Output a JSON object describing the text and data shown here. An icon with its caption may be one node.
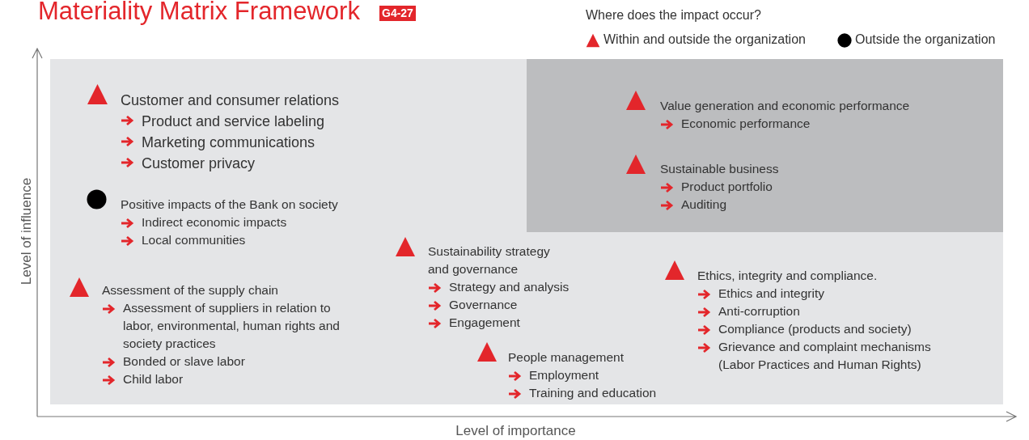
{
  "diagram": {
    "title": "Materiality Matrix Framework",
    "nodes": [
      {
        "text": [],
        "shape": "box"
      },
      {
        "text": [],
        "shape": "box",
        "in": 0
      },
      {
        "text": [],
        "shape": "triangle",
        "in": 0
      },
      {
        "text": [
          "Customer and consumer relations",
          "Product and service labeling",
          "Marketing communications",
          "Customer privacy"
        ],
        "in": 0
      },
      {
        "text": [],
        "shape": "circle",
        "in": 0
      },
      {
        "text": [
          "Positive impacts of the Bank on society",
          "Indirect economic impacts",
          "Local communities"
        ],
        "in": 0
      },
      {
        "text": [],
        "shape": "triangle",
        "in": 0
      },
      {
        "text": [
          "Assessment of the supply chain",
          "Assessment of suppliers in relation to labor, environmental, human rights and society practices",
          "Bonded or slave labor",
          "Child labor"
        ],
        "in": 0
      },
      {
        "text": [],
        "shape": "triangle",
        "in": 0
      },
      {
        "text": [
          "Sustainability strategy and governance",
          "Strategy and analysis",
          "Governance",
          "Engagement"
        ],
        "in": 0
      },
      {
        "text": [],
        "shape": "triangle",
        "in": 0
      },
      {
        "text": [
          "People management",
          "Employment",
          "Training and education"
        ],
        "in": 0
      },
      {
        "text": [],
        "shape": "triangle",
        "in": 1
      },
      {
        "text": [
          "Value generation and economic performance",
          "Economic performance"
        ],
        "in": 1
      },
      {
        "text": [],
        "shape": "triangle",
        "in": 1
      },
      {
        "text": [
          "Sustainable business",
          "Product portfolio",
          "Auditing"
        ],
        "in": 1
      },
      {
        "text": [],
        "shape": "triangle",
        "in": 0
      },
      {
        "text": [
          "Ethics, integrity and compliance.",
          "Ethics and integrity",
          "Anti-corruption",
          "Compliance (products and society)",
          "Grievance and complaint mechanisms (Labor Practices and Human Rights)"
        ],
        "in": 0
      }
    ],
    "labels": [
      "G4-27",
      "Where does the impact occur?",
      "Level of influence",
      "Level of importance"
    ],
    "legend": [
      {
        "text": "Within and outside the organization"
      },
      {
        "text": "Outside the organization"
      }
    ]
  }
}
